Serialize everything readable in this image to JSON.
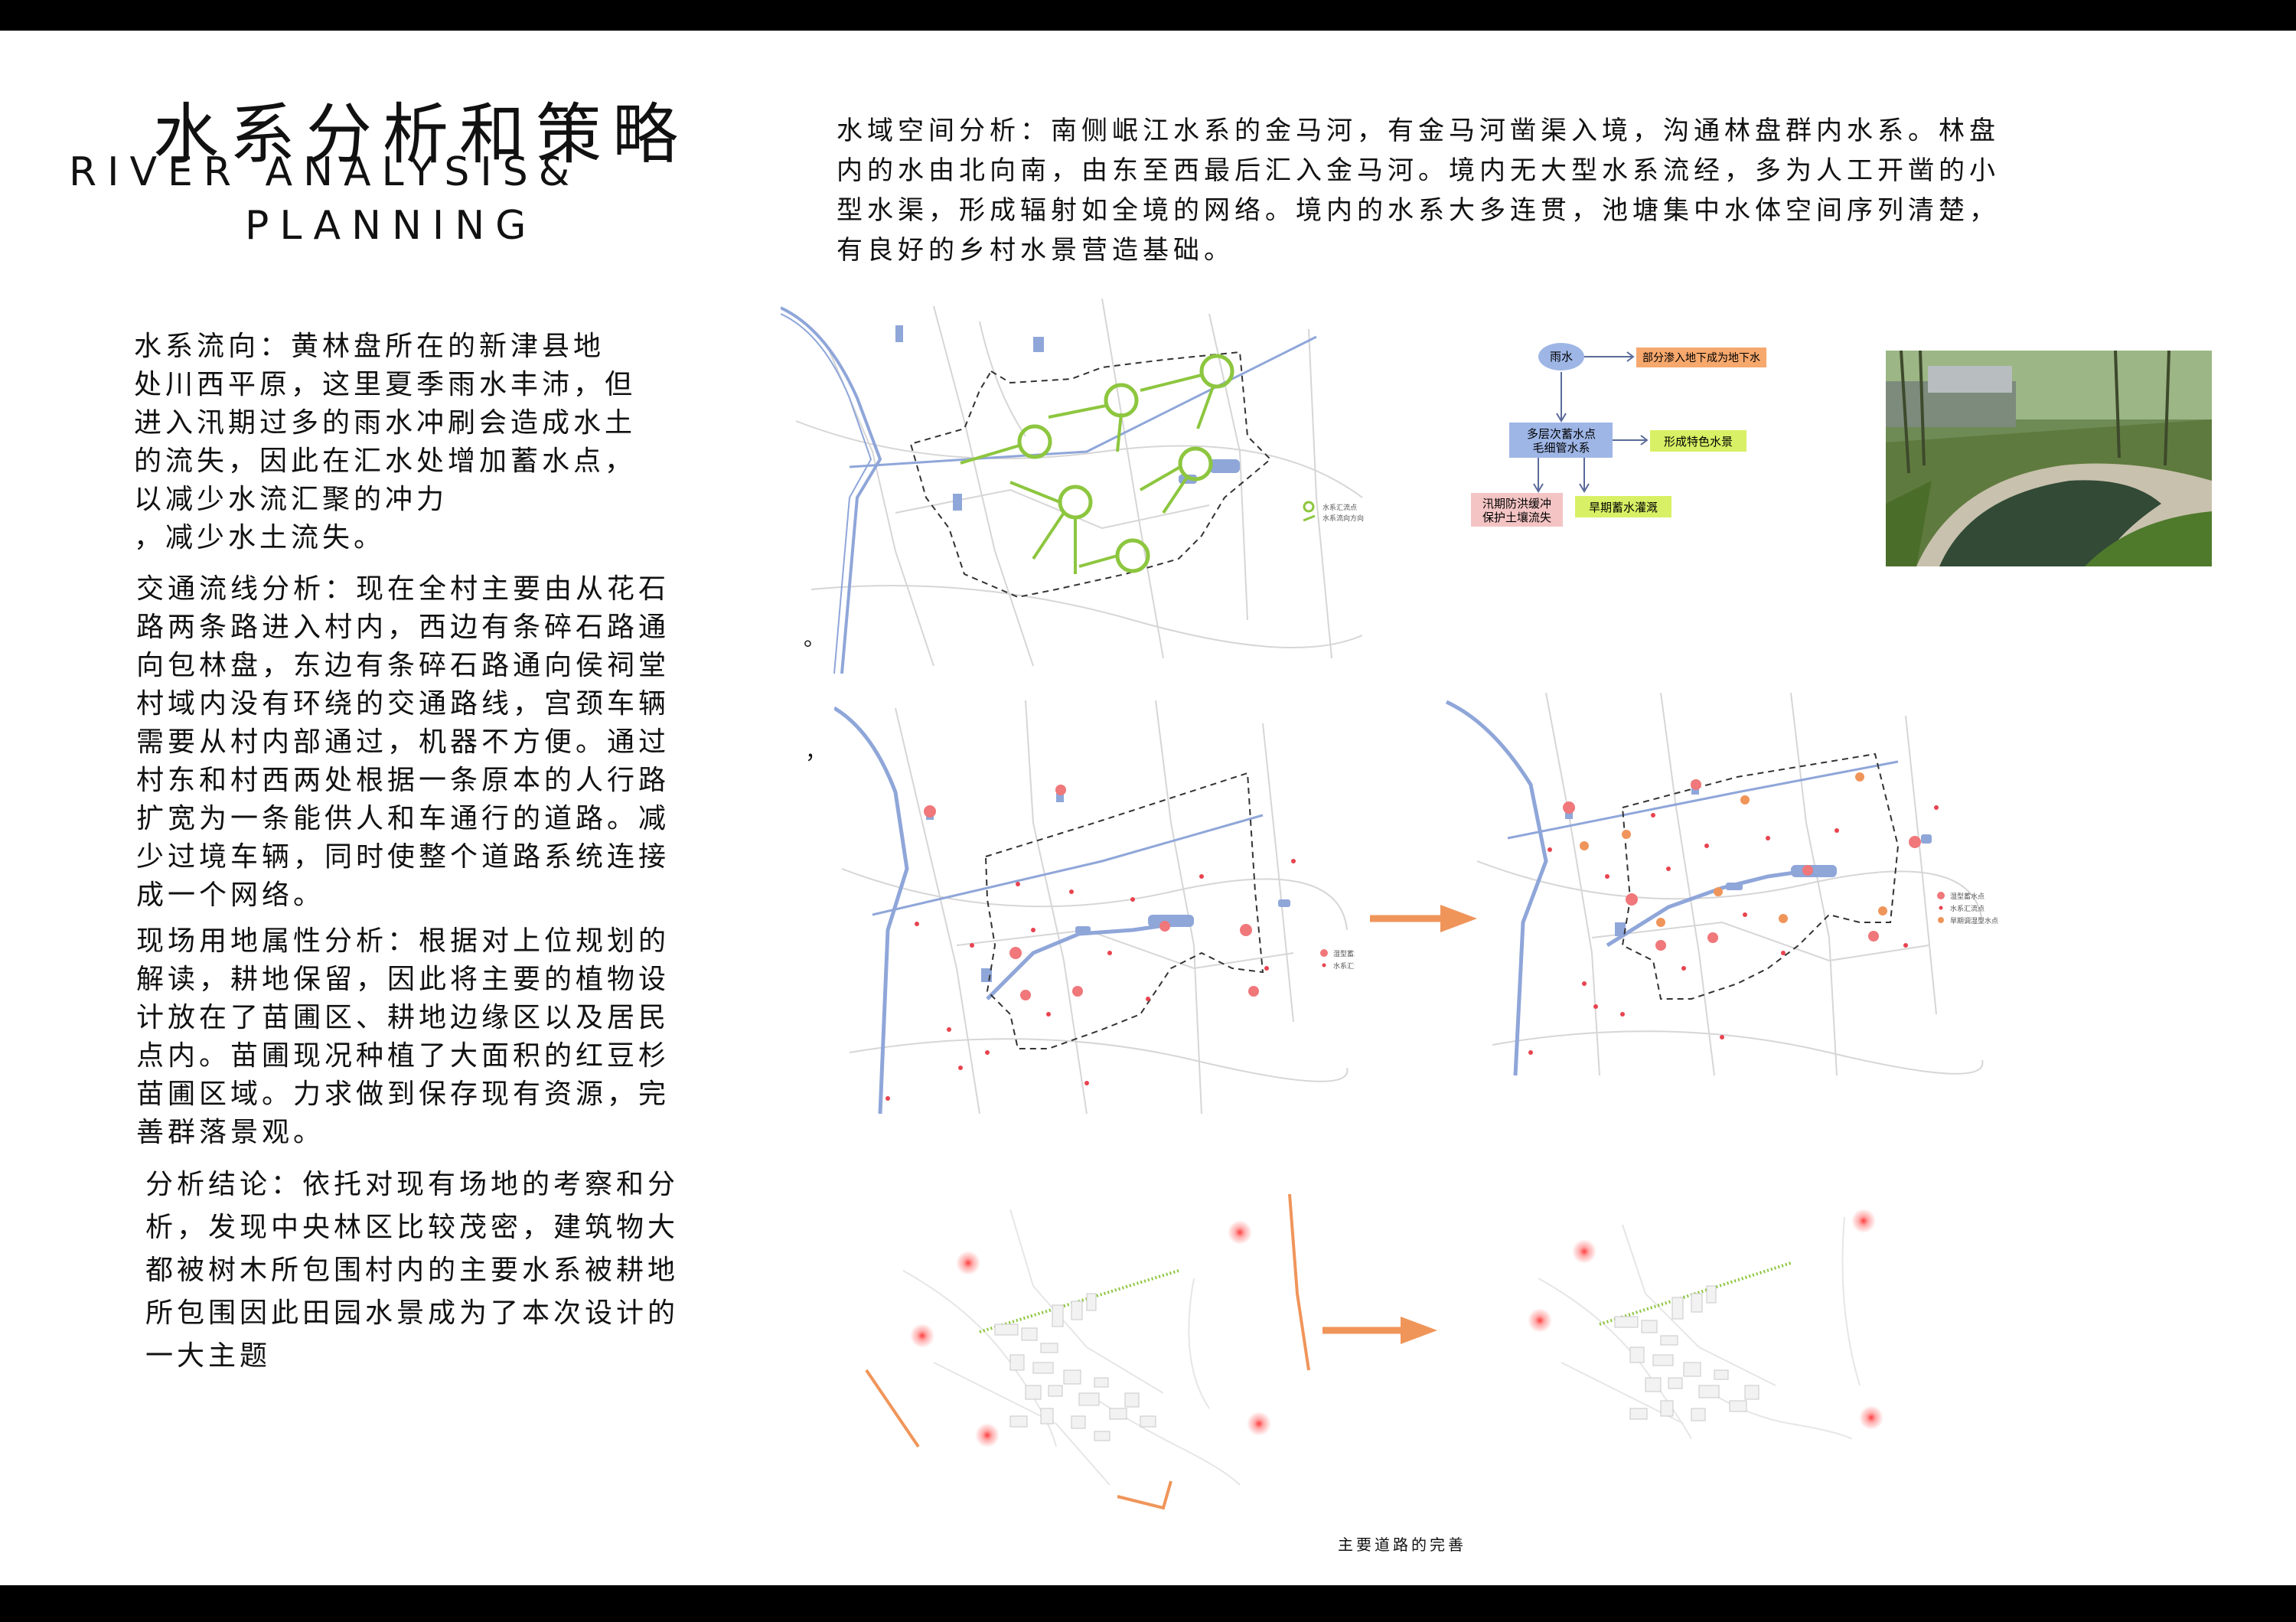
{
  "title": {
    "cn": "水系分析和策略",
    "en_line1": "River Analysis&",
    "en_line2": "Planning"
  },
  "intro": "水域空间分析：南侧岷江水系的金马河，有金马河凿渠入境，沟通林盘群内水系。林盘\n内的水由北向南，由东至西最后汇入金马河。境内无大型水系流经，多为人工开凿的小\n型水渠，形成辐射如全境的网络。境内的水系大多连贯，池塘集中水体空间序列清楚，\n有良好的乡村水景营造基础。",
  "sections": {
    "flow": "水系流向：黄林盘所在的新津县地\n处川西平原，这里夏季雨水丰沛，但\n进入汛期过多的雨水冲刷会造成水土\n的流失，因此在汇水处增加蓄水点，\n以减少水流汇聚的冲力\n，减少水土流失。",
    "traffic": "交通流线分析：现在全村主要由从花石\n路两条路进入村内，西边有条碎石路通\n向包林盘，东边有条碎石路通向侯祠堂\n村域内没有环绕的交通路线，宫颈车辆\n需要从村内部通过，机器不方便。通过\n村东和村西两处根据一条原本的人行路\n扩宽为一条能供人和车通行的道路。减\n少过境车辆，同时使整个道路系统连接\n成一个网络。",
    "landuse": "现场用地属性分析：根据对上位规划的\n解读，耕地保留，因此将主要的植物设\n计放在了苗圃区、耕地边缘区以及居民\n点内。苗圃现况种植了大面积的红豆杉\n苗圃区域。力求做到保存现有资源，完\n善群落景观。",
    "conclusion": "分析结论：依托对现有场地的考察和分\n析，发现中央林区比较茂密，建筑物大\n都被树木所包围村内的主要水系被耕地\n所包围因此田园水景成为了本次设计的\n一大主题"
  },
  "stray_marks": {
    "dot": "。",
    "comma": "，"
  },
  "map1_legend": {
    "item1": "水系汇流点",
    "item2": "水系流向方向"
  },
  "flowchart": {
    "rain": "雨水",
    "infiltrate": "部分渗入地下成为地下水",
    "storage_line1": "多层次蓄水点",
    "storage_line2": "毛细管水系",
    "landscape": "形成特色水景",
    "flood_line1": "汛期防洪缓冲",
    "flood_line2": "保护土壤流失",
    "drought": "旱期蓄水灌溉"
  },
  "map2_legend": {
    "item1": "湿型蓄水点",
    "item2": "水系汇流点"
  },
  "map3_legend": {
    "item1": "湿型蓄水点",
    "item2": "水系汇流点",
    "item3": "旱期调湿型水点"
  },
  "caption": "主要道路的完善",
  "colors": {
    "water": "#8fa6d9",
    "green": "#8dc63f",
    "orange": "#f0955a",
    "red": "#e8434f",
    "flow_blue": "#9eb6e6",
    "flow_orange": "#f6a86d",
    "flow_yellow": "#d8f065",
    "flow_pink": "#f4c4c4",
    "band": "#000000"
  }
}
